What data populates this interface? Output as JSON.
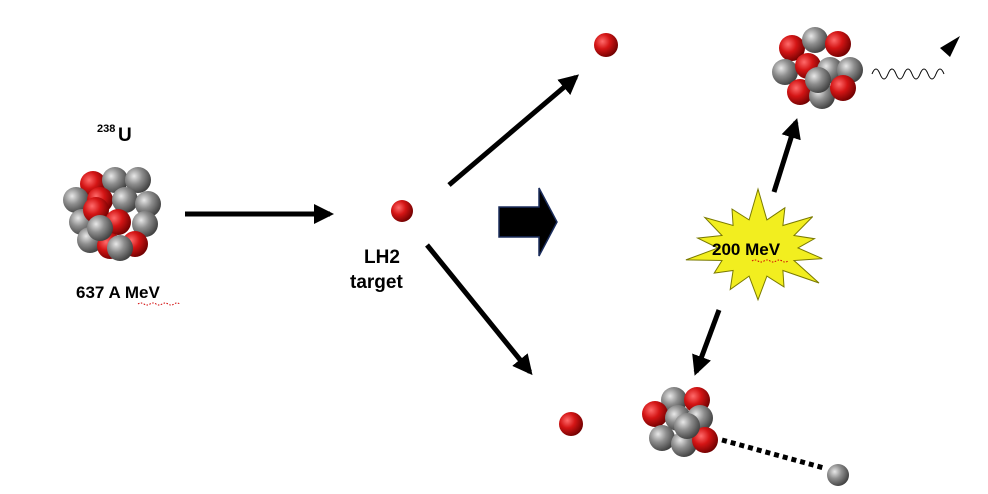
{
  "labels": {
    "isotope_mass": "238",
    "isotope_symbol": "U",
    "beam_energy": "637 A MeV",
    "target_line1": "LH2",
    "target_line2": "target",
    "energy_release": "200 MeV"
  },
  "colors": {
    "proton": "#d41515",
    "neutron": "#8a8a8a",
    "starburst": "#f2ee1f",
    "arrow": "#000000"
  },
  "icons": {
    "nucleus": "nucleus-cluster-icon",
    "proton": "proton-ball-icon",
    "neutron": "neutron-ball-icon",
    "gamma": "gamma-wave-icon",
    "transition": "block-arrow-icon"
  }
}
